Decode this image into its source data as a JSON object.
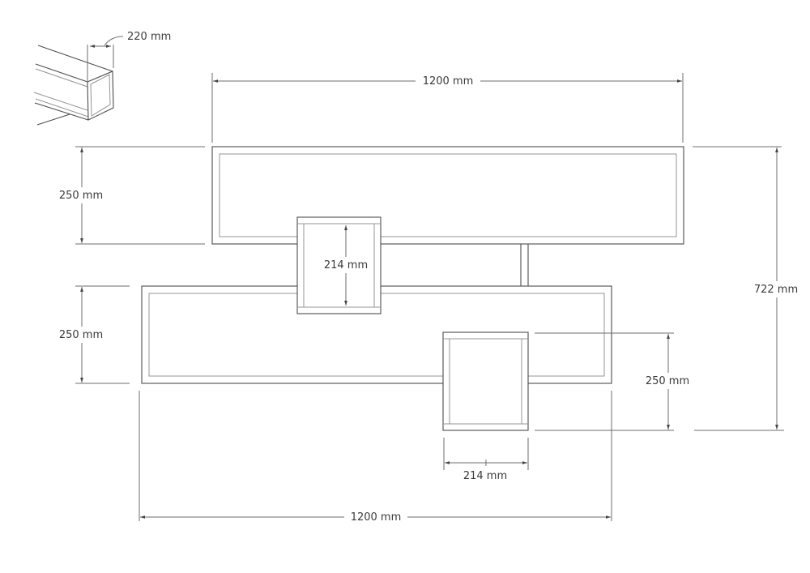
{
  "drawing": {
    "title": "wall-shelf-dimension-drawing",
    "colors": {
      "bg": "#ffffff",
      "line": "#4d4d4d",
      "inner": "#949494",
      "dim": "#6e6e6e",
      "text": "#3a3a3a",
      "arrow": "#444444"
    },
    "detail": {
      "depth_label": "220 mm"
    },
    "dimensions": {
      "top_width": "1200 mm",
      "top_shelf_height": "250 mm",
      "middle_box_height": "214 mm",
      "bottom_shelf_height": "250 mm",
      "overall_height": "722 mm",
      "right_box_height": "250 mm",
      "bottom_box_width": "214 mm",
      "bottom_width": "1200 mm"
    }
  }
}
